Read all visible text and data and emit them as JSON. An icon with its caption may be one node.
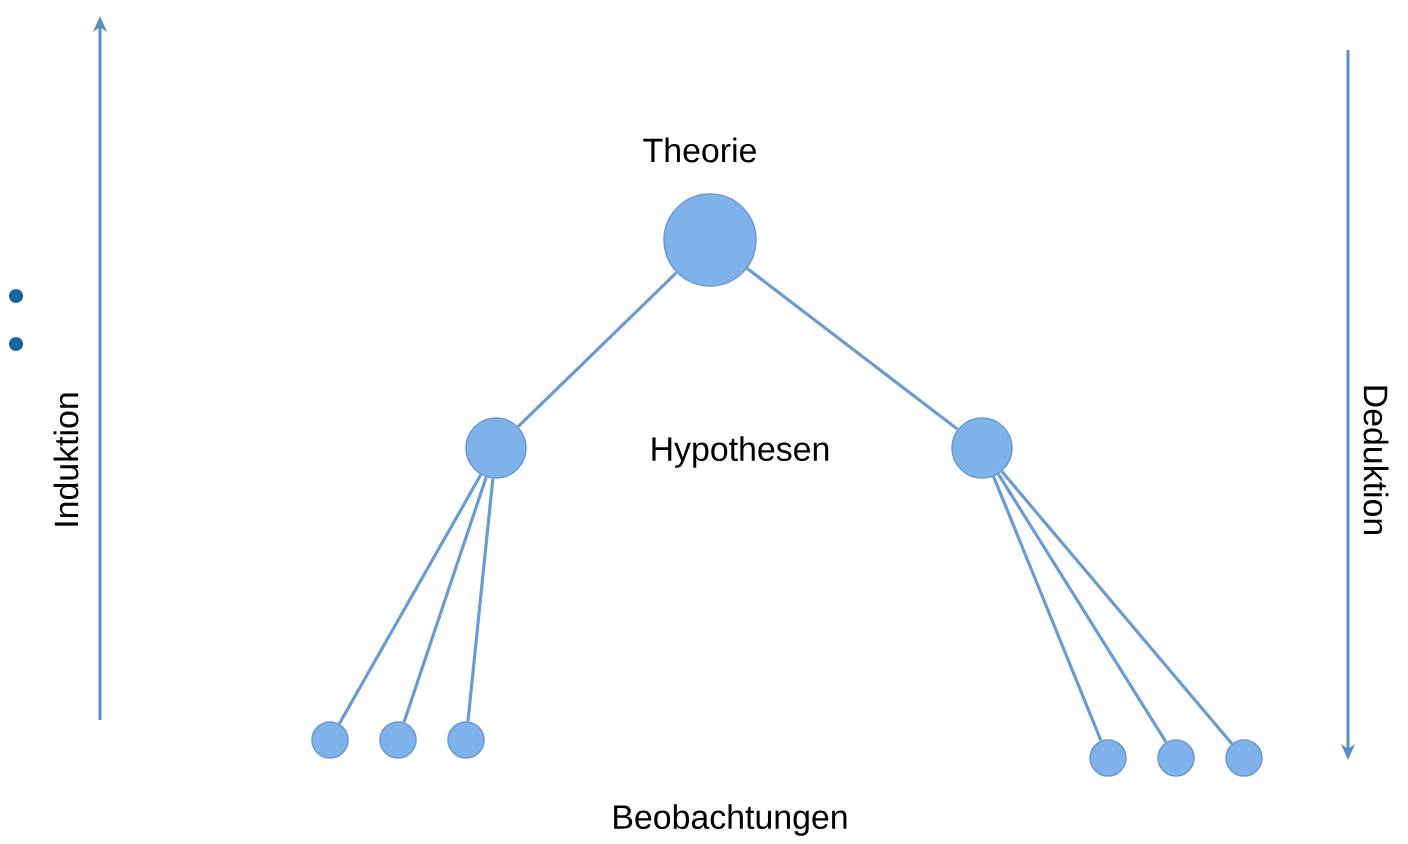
{
  "diagram": {
    "nodes": [
      {
        "text": [],
        "shape": "circle"
      },
      {
        "text": [],
        "shape": "circle"
      },
      {
        "text": [],
        "shape": "circle"
      },
      {
        "text": [],
        "shape": "circle"
      },
      {
        "text": [],
        "shape": "circle"
      },
      {
        "text": [],
        "shape": "circle"
      },
      {
        "text": [],
        "shape": "circle"
      },
      {
        "text": [],
        "shape": "circle"
      },
      {
        "text": [],
        "shape": "circle"
      }
    ],
    "edges": [
      {
        "from": 0,
        "to": 1,
        "arrow": "none"
      },
      {
        "from": 0,
        "to": 2,
        "arrow": "none"
      },
      {
        "from": 1,
        "to": 3,
        "arrow": "none"
      },
      {
        "from": 1,
        "to": 4,
        "arrow": "none"
      },
      {
        "from": 1,
        "to": 5,
        "arrow": "none"
      },
      {
        "from": 2,
        "to": 6,
        "arrow": "none"
      },
      {
        "from": 2,
        "to": 7,
        "arrow": "none"
      },
      {
        "from": 2,
        "to": 8,
        "arrow": "none"
      }
    ],
    "labels": [
      "Theorie",
      "Induktion",
      "Hypothesen",
      "Deduktion",
      "Beobachtungen"
    ]
  }
}
